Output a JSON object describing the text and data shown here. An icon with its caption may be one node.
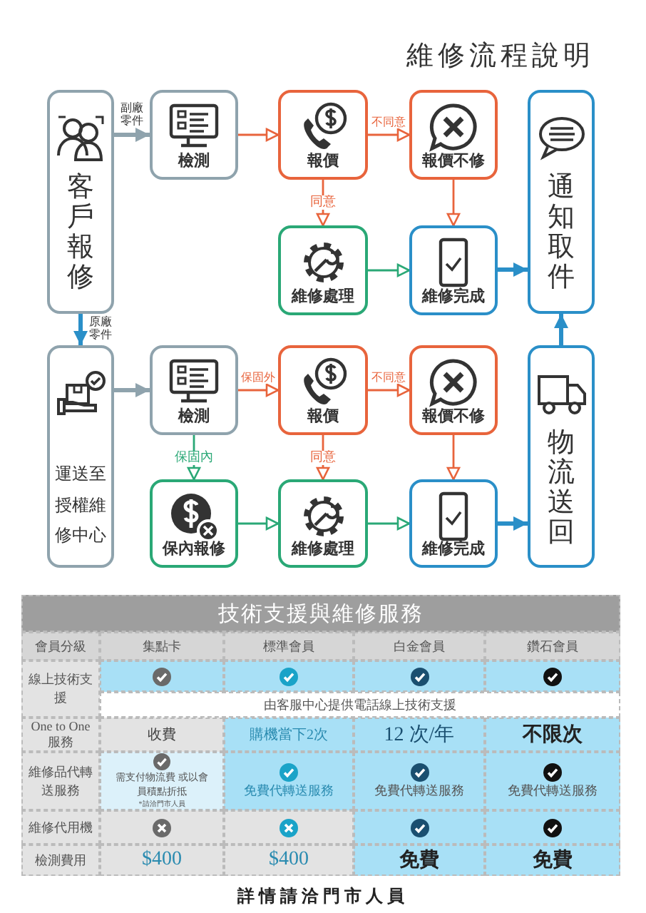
{
  "diagram": {
    "title": "維修流程說明",
    "nodes": [
      {
        "text": [
          "客戶報修"
        ]
      },
      {
        "text": [
          "檢測"
        ]
      },
      {
        "text": [
          "報價"
        ]
      },
      {
        "text": [
          "報價不修"
        ]
      },
      {
        "text": [
          "維修處理"
        ]
      },
      {
        "text": [
          "維修完成"
        ]
      },
      {
        "text": [
          "通知取件"
        ]
      },
      {
        "text": [
          "運送至授權維修中心"
        ]
      },
      {
        "text": [
          "檢測"
        ]
      },
      {
        "text": [
          "報價"
        ]
      },
      {
        "text": [
          "報價不修"
        ]
      },
      {
        "text": [
          "保內報修"
        ]
      },
      {
        "text": [
          "維修處理"
        ]
      },
      {
        "text": [
          "維修完成"
        ]
      },
      {
        "text": [
          "物流送回"
        ]
      }
    ],
    "edges": [
      {
        "from": 0,
        "to": 1,
        "arrow": "to",
        "label": "副廠零件",
        "style": "thick",
        "color": "#8fa3ad"
      },
      {
        "from": 1,
        "to": 2,
        "arrow": "to"
      },
      {
        "from": 2,
        "to": 3,
        "arrow": "to",
        "label": "不同意"
      },
      {
        "from": 2,
        "to": 4,
        "arrow": "to",
        "label": "同意"
      },
      {
        "from": 3,
        "to": 5,
        "arrow": "to"
      },
      {
        "from": 4,
        "to": 5,
        "arrow": "to",
        "color": "#2aa876"
      },
      {
        "from": 5,
        "to": 6,
        "arrow": "to",
        "style": "thick",
        "color": "#2a8fc8"
      },
      {
        "from": 0,
        "to": 7,
        "arrow": "to",
        "label": "原廠零件",
        "style": "thick",
        "color": "#2a8fc8"
      },
      {
        "from": 7,
        "to": 8,
        "arrow": "to",
        "style": "thick",
        "color": "#8fa3ad"
      },
      {
        "from": 8,
        "to": 9,
        "arrow": "to",
        "label": "保固外"
      },
      {
        "from": 9,
        "to": 10,
        "arrow": "to",
        "label": "不同意"
      },
      {
        "from": 8,
        "to": 11,
        "arrow": "to",
        "label": "保固內",
        "color": "#2aa876"
      },
      {
        "from": 9,
        "to": 12,
        "arrow": "to",
        "label": "同意"
      },
      {
        "from": 10,
        "to": 13,
        "arrow": "to"
      },
      {
        "from": 11,
        "to": 12,
        "arrow": "to",
        "color": "#2aa876"
      },
      {
        "from": 12,
        "to": 13,
        "arrow": "to",
        "color": "#2aa876"
      },
      {
        "from": 13,
        "to": 14,
        "arrow": "to",
        "style": "thick",
        "color": "#2a8fc8"
      },
      {
        "from": 14,
        "to": 6,
        "arrow": "to",
        "style": "thick",
        "color": "#2a8fc8"
      }
    ],
    "labels": [
      "技術支援與維修服務",
      "會員分級",
      "集點卡",
      "標準會員",
      "白金會員",
      "鑽石會員",
      "線上技術支援",
      "由客服中心提供電話線上技術支援",
      "One to One 服務",
      "收費",
      "購機當下2次",
      "12 次/年",
      "不限次",
      "維修品代轉送服務",
      "需支付物流費 或以會員積點折抵",
      "*請洽門市人員",
      "免費代轉送服務",
      "免費代轉送服務",
      "免費代轉送服務",
      "維修代用機",
      "檢測費用",
      "$400",
      "$400",
      "免費",
      "免費",
      "詳情請洽門市人員"
    ]
  }
}
